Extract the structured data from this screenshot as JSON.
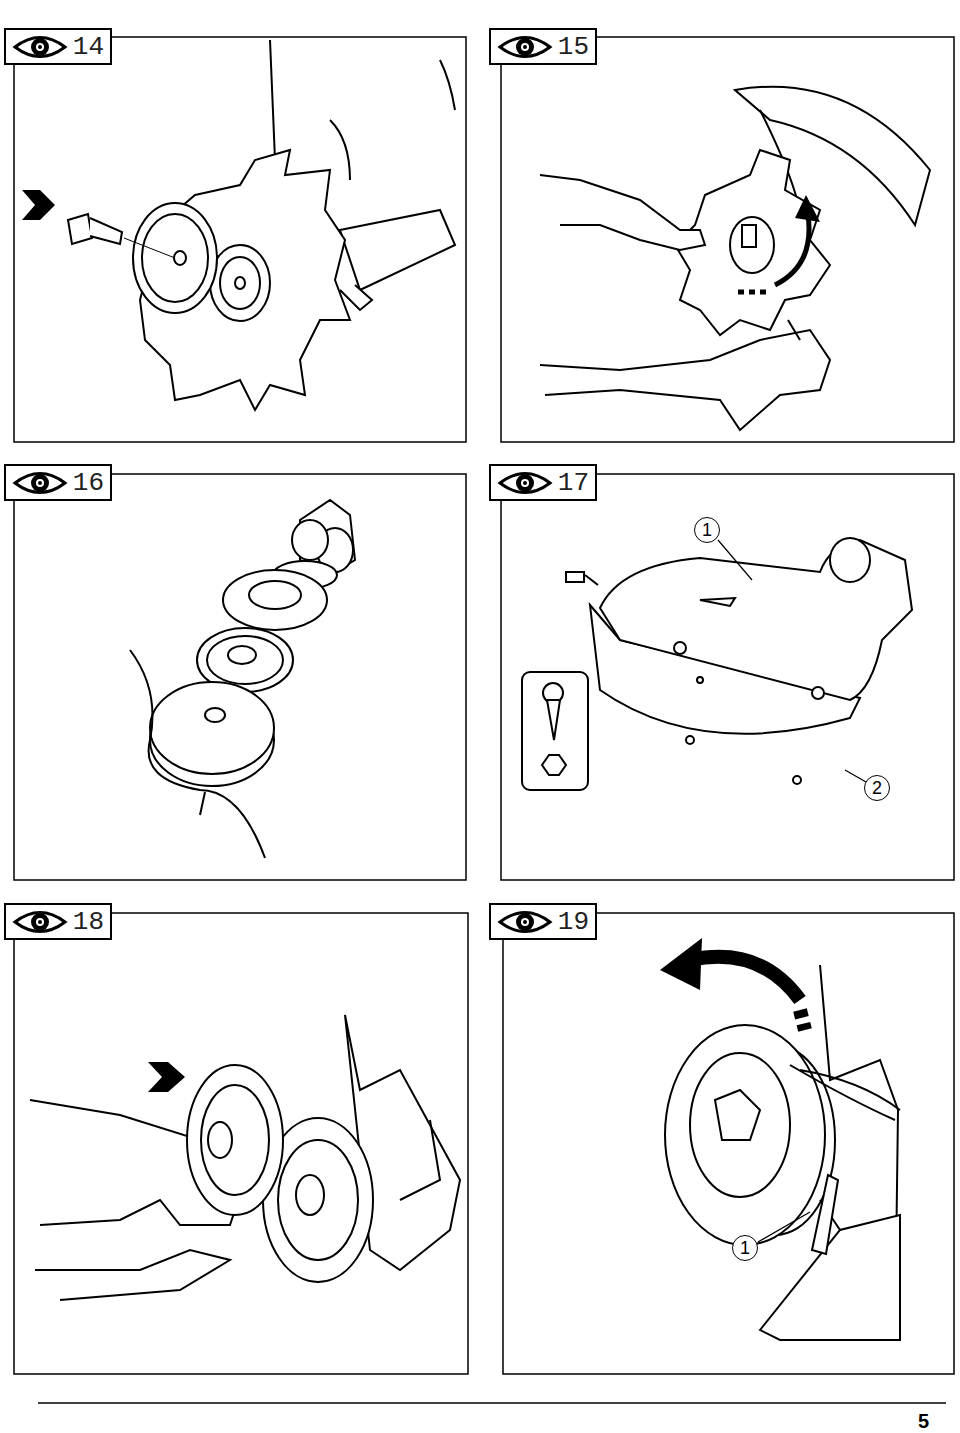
{
  "diagram": {
    "nodes": [
      {
        "text": [
          "14"
        ]
      },
      {
        "text": [
          "15"
        ]
      },
      {
        "text": [
          "16"
        ]
      },
      {
        "text": [
          "17"
        ]
      },
      {
        "text": [
          "1"
        ]
      },
      {
        "text": [
          "2"
        ]
      },
      {
        "text": [
          "18"
        ]
      },
      {
        "text": [
          "19"
        ]
      },
      {
        "text": [
          "1"
        ]
      }
    ],
    "labels": [
      "5"
    ]
  }
}
